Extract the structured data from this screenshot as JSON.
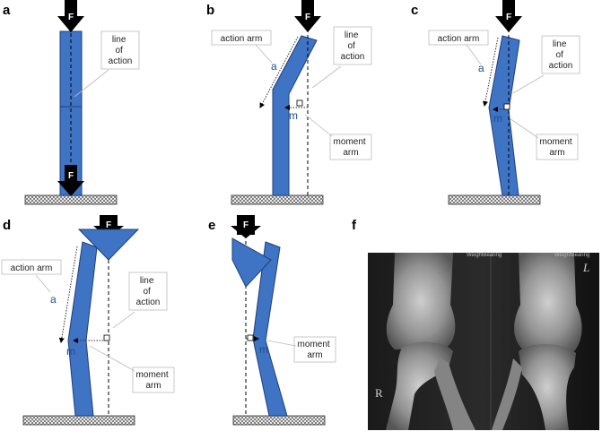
{
  "colors": {
    "limb": "#3f74c4",
    "limb_stroke": "#1c3f7a",
    "arrow": "#000000",
    "label_blue": "#1f4e8c"
  },
  "icons": [
    "force-arrow",
    "ground-hatch",
    "right-angle-marker",
    "knee-xray"
  ],
  "panels": {
    "a": {
      "label": "a",
      "line_of_action": "line\nof\naction",
      "force": "F"
    },
    "b": {
      "label": "b",
      "action_arm": "action arm",
      "line_of_action": "line\nof\naction",
      "moment_arm": "moment\narm",
      "a_letter": "a",
      "m_letter": "m",
      "force": "F"
    },
    "c": {
      "label": "c",
      "action_arm": "action arm",
      "line_of_action": "line\nof\naction",
      "moment_arm": "moment\narm",
      "a_letter": "a",
      "m_letter": "m",
      "force": "F"
    },
    "d": {
      "label": "d",
      "action_arm": "action arm",
      "line_of_action": "line\nof\naction",
      "moment_arm": "moment\narm",
      "a_letter": "a",
      "m_letter": "m",
      "force": "F"
    },
    "e": {
      "label": "e",
      "moment_arm": "moment\narm",
      "m_letter": "m",
      "force": "F"
    },
    "f": {
      "label": "f",
      "xray_left_marker": "R",
      "xray_right_marker": "L",
      "xray_header": "WeightBearing"
    }
  }
}
